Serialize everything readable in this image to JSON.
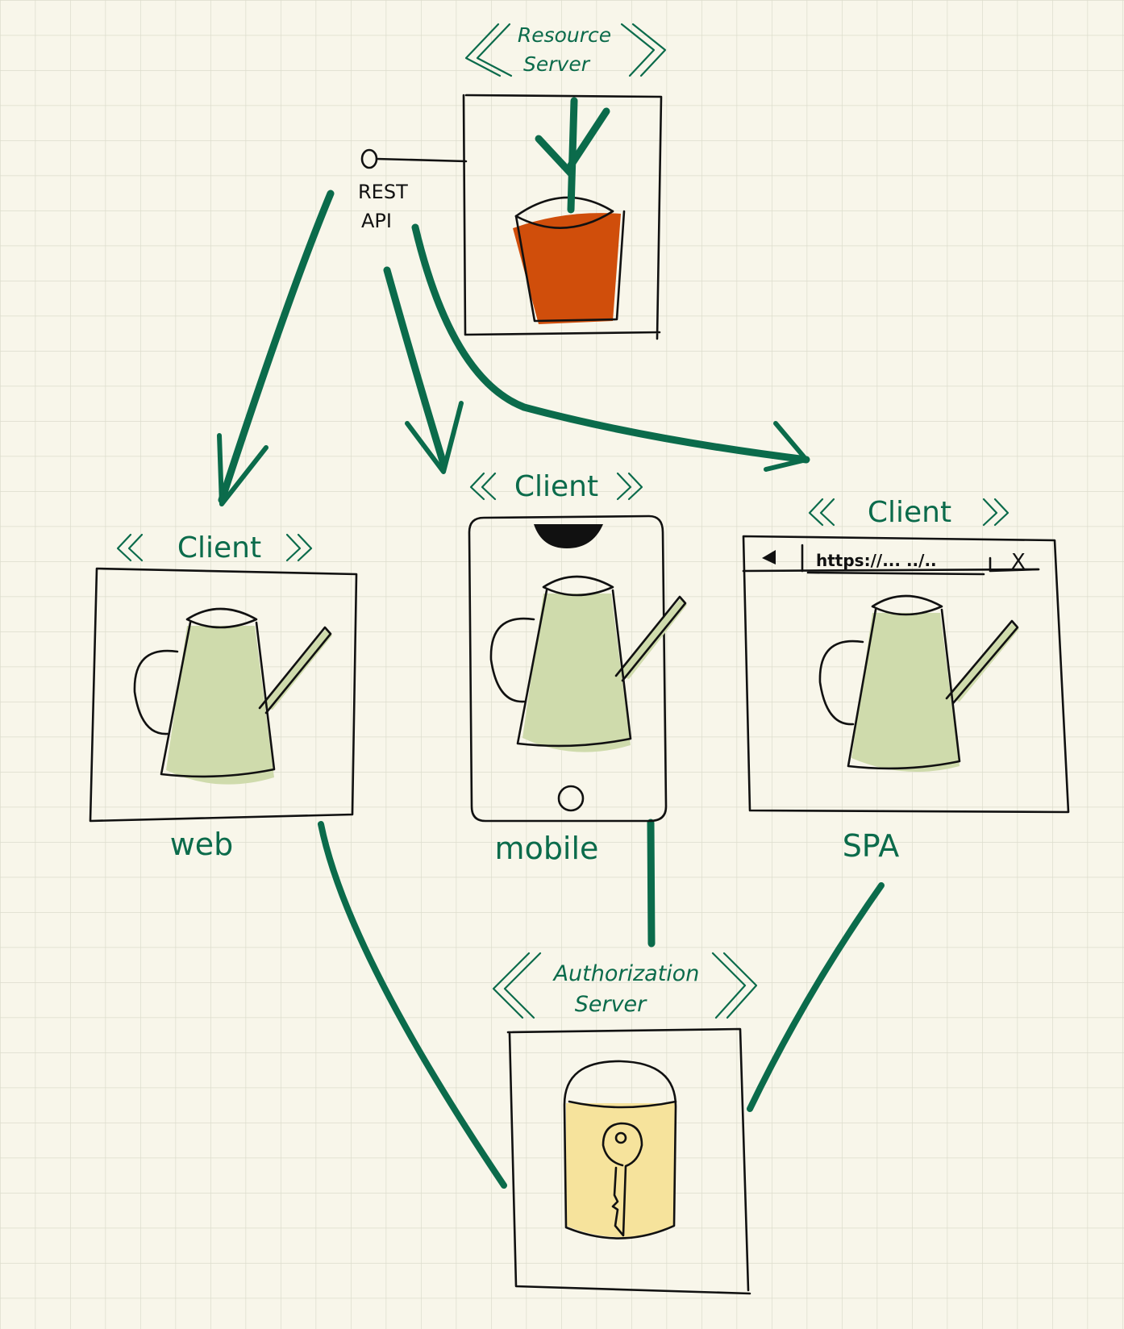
{
  "colors": {
    "background": "#f8f6ea",
    "grid": "#dcdccc",
    "ink": "#111111",
    "connector": "#0b6b4b",
    "plant_pot": "#d04e0b",
    "watering_can": "#cfdbac",
    "key_safe": "#f6e39c"
  },
  "resource_server": {
    "stereotype_line1": "Resource",
    "stereotype_line2": "Server",
    "icon": "potted-plant-icon"
  },
  "rest_api": {
    "line1": "REST",
    "line2": "API"
  },
  "clients": {
    "web": {
      "stereotype": "Client",
      "label": "web",
      "icon": "watering-can-icon"
    },
    "mobile": {
      "stereotype": "Client",
      "label": "mobile",
      "icon": "watering-can-icon"
    },
    "spa": {
      "stereotype": "Client",
      "label": "SPA",
      "icon": "watering-can-icon",
      "browser_url": "https://... ../..",
      "browser_close": "X"
    }
  },
  "authorization_server": {
    "stereotype_line1": "Authorization",
    "stereotype_line2": "Server",
    "icon": "key-safe-icon"
  }
}
